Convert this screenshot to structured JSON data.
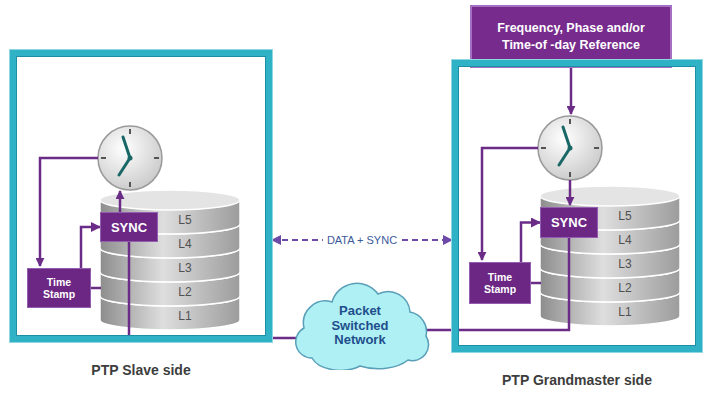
{
  "diagram": {
    "nodes": [
      {
        "text": [
          "Frequency, Phase and/or Time-of -day Reference"
        ]
      },
      {
        "text": [
          "PTP Slave side"
        ]
      },
      {
        "text": [
          "SYNC"
        ],
        "in": 1
      },
      {
        "text": [
          "Time Stamp"
        ],
        "in": 1
      },
      {
        "text": [
          "Packet Switched Network"
        ]
      },
      {
        "text": [
          "PTP Grandmaster side"
        ]
      },
      {
        "text": [
          "SYNC"
        ],
        "in": 5
      },
      {
        "text": [
          "Time Stamp"
        ],
        "in": 5
      }
    ],
    "edges": [
      {
        "from": 1,
        "to": 5,
        "arrow": "both",
        "label": "DATA + SYNC"
      },
      {
        "from": 3,
        "to": 2,
        "arrow": "to"
      },
      {
        "from": 2,
        "to": 4,
        "arrow": "none"
      },
      {
        "from": 4,
        "to": 6,
        "arrow": "none"
      },
      {
        "from": 7,
        "to": 6,
        "arrow": "to"
      }
    ],
    "labels": [
      "L5",
      "L4",
      "L3",
      "L2",
      "L1",
      "L5",
      "L4",
      "L3",
      "L2",
      "L1"
    ]
  }
}
